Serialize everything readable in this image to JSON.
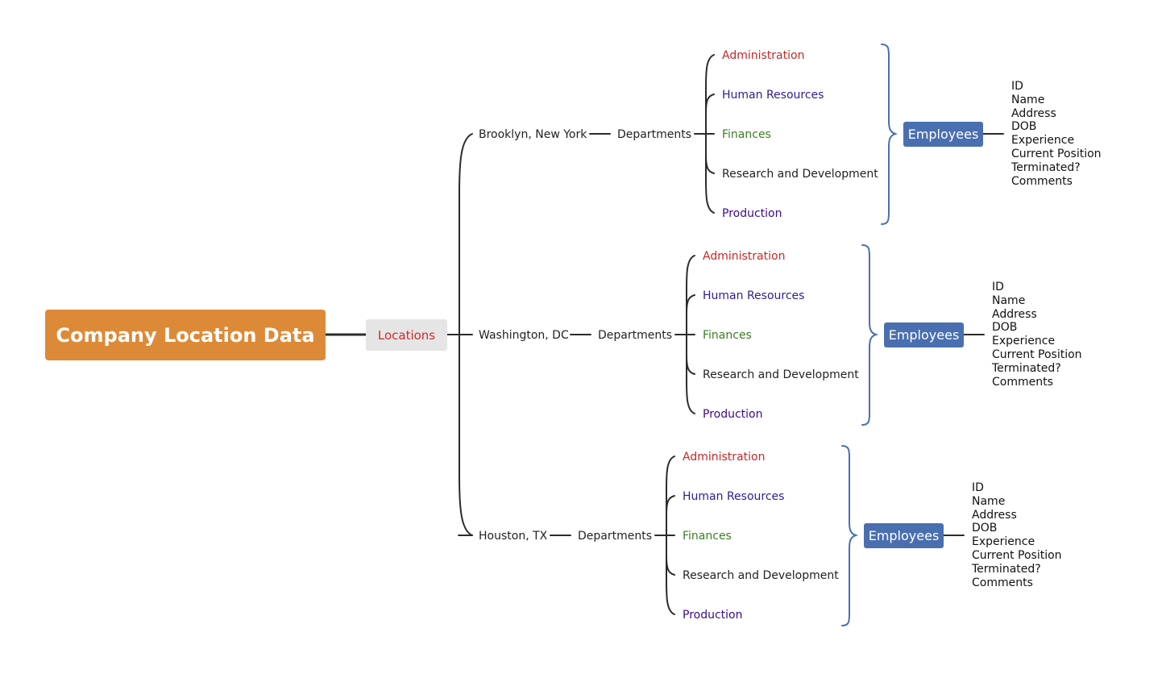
{
  "diagram": {
    "root": {
      "label": "Company Location Data"
    },
    "locations_label": "Locations",
    "locations": [
      {
        "city": "Brooklyn, New York",
        "departments_label": "Departments",
        "departments": [
          "Administration",
          "Human Resources",
          "Finances",
          "Research and Development",
          "Production"
        ],
        "employees_label": "Employees",
        "employee_fields": [
          "ID",
          "Name",
          "Address",
          "DOB",
          "Experience",
          "Current Position",
          "Terminated?",
          "Comments"
        ]
      },
      {
        "city": "Washington, DC",
        "departments_label": "Departments",
        "departments": [
          "Administration",
          "Human Resources",
          "Finances",
          "Research and Development",
          "Production"
        ],
        "employees_label": "Employees",
        "employee_fields": [
          "ID",
          "Name",
          "Address",
          "DOB",
          "Experience",
          "Current Position",
          "Terminated?",
          "Comments"
        ]
      },
      {
        "city": "Houston, TX",
        "departments_label": "Departments",
        "departments": [
          "Administration",
          "Human Resources",
          "Finances",
          "Research and Development",
          "Production"
        ],
        "employees_label": "Employees",
        "employee_fields": [
          "ID",
          "Name",
          "Address",
          "DOB",
          "Experience",
          "Current Position",
          "Terminated?",
          "Comments"
        ]
      }
    ]
  },
  "colors": {
    "root_fill": "#DD8A38",
    "locations_fill": "#E5E5E5",
    "locations_text": "#D12B2B",
    "employees_fill": "#4A6FB0",
    "bracket": "#4A6FB0",
    "connector": "#2B2B2B",
    "department_colors": [
      "#C62828",
      "#311B92",
      "#3B7D23",
      "#222222",
      "#3A0B8C"
    ]
  }
}
